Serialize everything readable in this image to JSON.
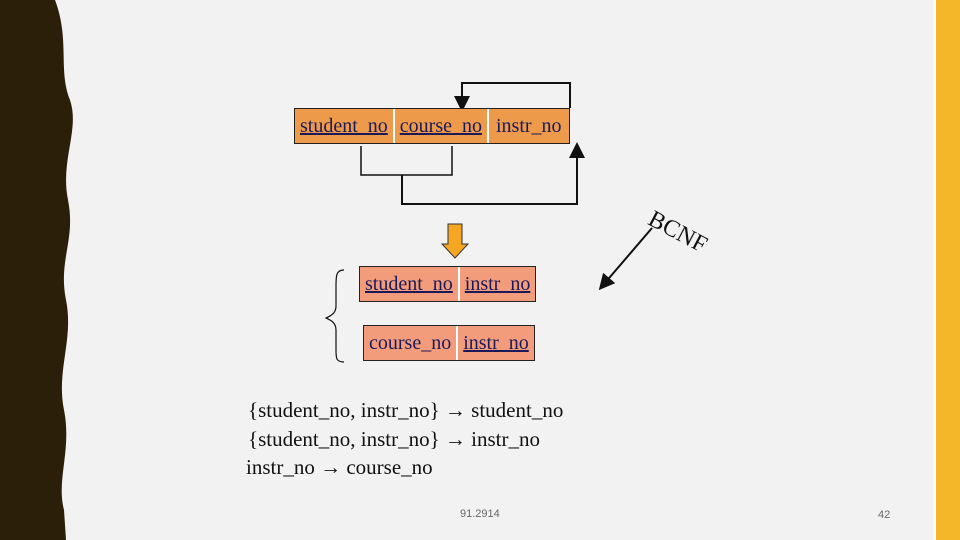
{
  "slide": {
    "top_relation": {
      "attributes": [
        {
          "label": "student_no",
          "key": true
        },
        {
          "label": "course_no",
          "key": true
        },
        {
          "label": "instr_no",
          "key": false
        }
      ]
    },
    "bcnf_label": "BCNF",
    "relation_1": {
      "attributes": [
        {
          "label": "student_no",
          "key": true
        },
        {
          "label": "instr_no",
          "key": true
        }
      ]
    },
    "relation_2": {
      "attributes": [
        {
          "label": "course_no",
          "key": false
        },
        {
          "label": "instr_no",
          "key": true
        }
      ]
    },
    "dependencies": [
      "{student_no, instr_no} → student_no",
      "{student_no, instr_no} → instr_no",
      "instr_no → course_no"
    ],
    "footer_date": "91.2914",
    "page_number": "42"
  },
  "colors": {
    "top_table": "#ee9a4b",
    "bottom_tables": "#f39c7b",
    "accent_bar": "#f5b72a",
    "left_band": "#2b1f0a",
    "down_arrow": "#f5a623"
  }
}
